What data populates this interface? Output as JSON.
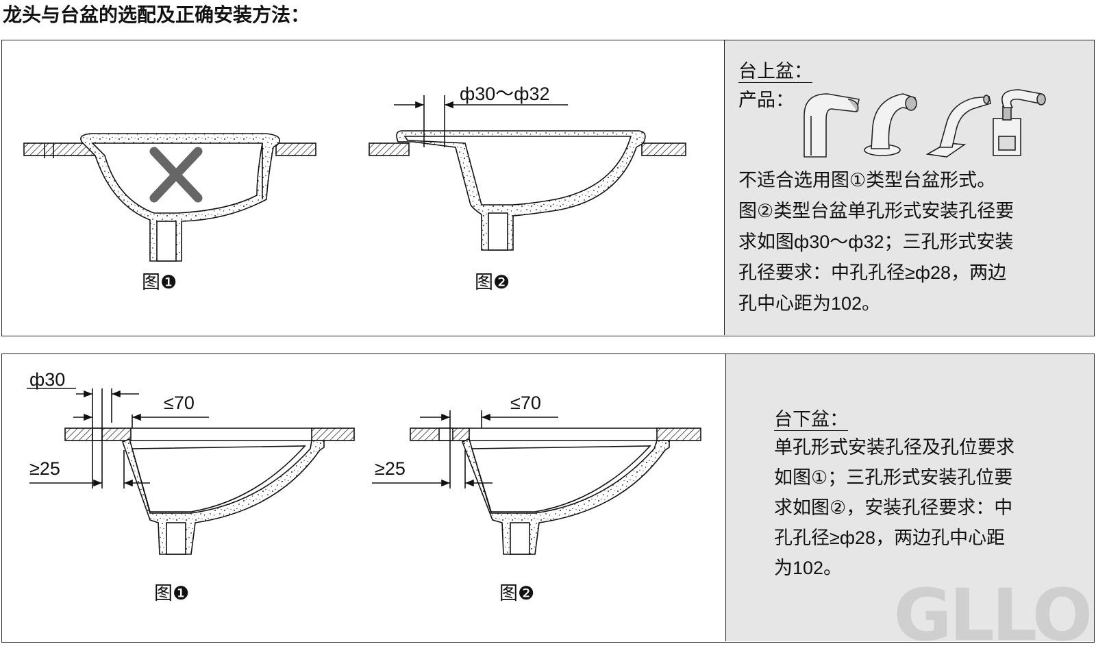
{
  "title": "龙头与台盆的选配及正确安装方法：",
  "top": {
    "section_title": "台上盆：",
    "products_label": "产品：",
    "description": "不适合选用图①类型台盆形式。\n图②类型台盆单孔形式安装孔径要\n求如图ф30～ф32；三孔形式安装\n孔径要求：中孔孔径≥ф28，两边\n孔中心距为102。",
    "fig1_caption": "图❶",
    "fig2_caption": "图❷",
    "fig2_dimension": "ф30～ф32"
  },
  "bottom": {
    "section_title": "台下盆：",
    "description": "单孔形式安装孔径及孔位要求\n如图①；三孔形式安装孔位要\n求如图②，安装孔径要求：中\n孔孔径≥ф28，两边孔中心距\n为102。",
    "fig1_caption": "图❶",
    "fig2_caption": "图❷",
    "fig1_dim_hole": "ф30",
    "fig1_dim_max": "≤70",
    "fig1_dim_min": "≥25",
    "fig2_dim_max": "≤70",
    "fig2_dim_min": "≥25"
  },
  "logo_text": "GLLO",
  "colors": {
    "background": "#ffffff",
    "panel_fill": "#e6e6e6",
    "cross": "#666666",
    "line": "#111111",
    "logo": "#cfcfcf"
  },
  "icons": [
    "wrong-cross-icon",
    "sensor-faucet-icon",
    "curved-faucet-icon",
    "deck-faucet-icon",
    "pullout-faucet-icon"
  ]
}
